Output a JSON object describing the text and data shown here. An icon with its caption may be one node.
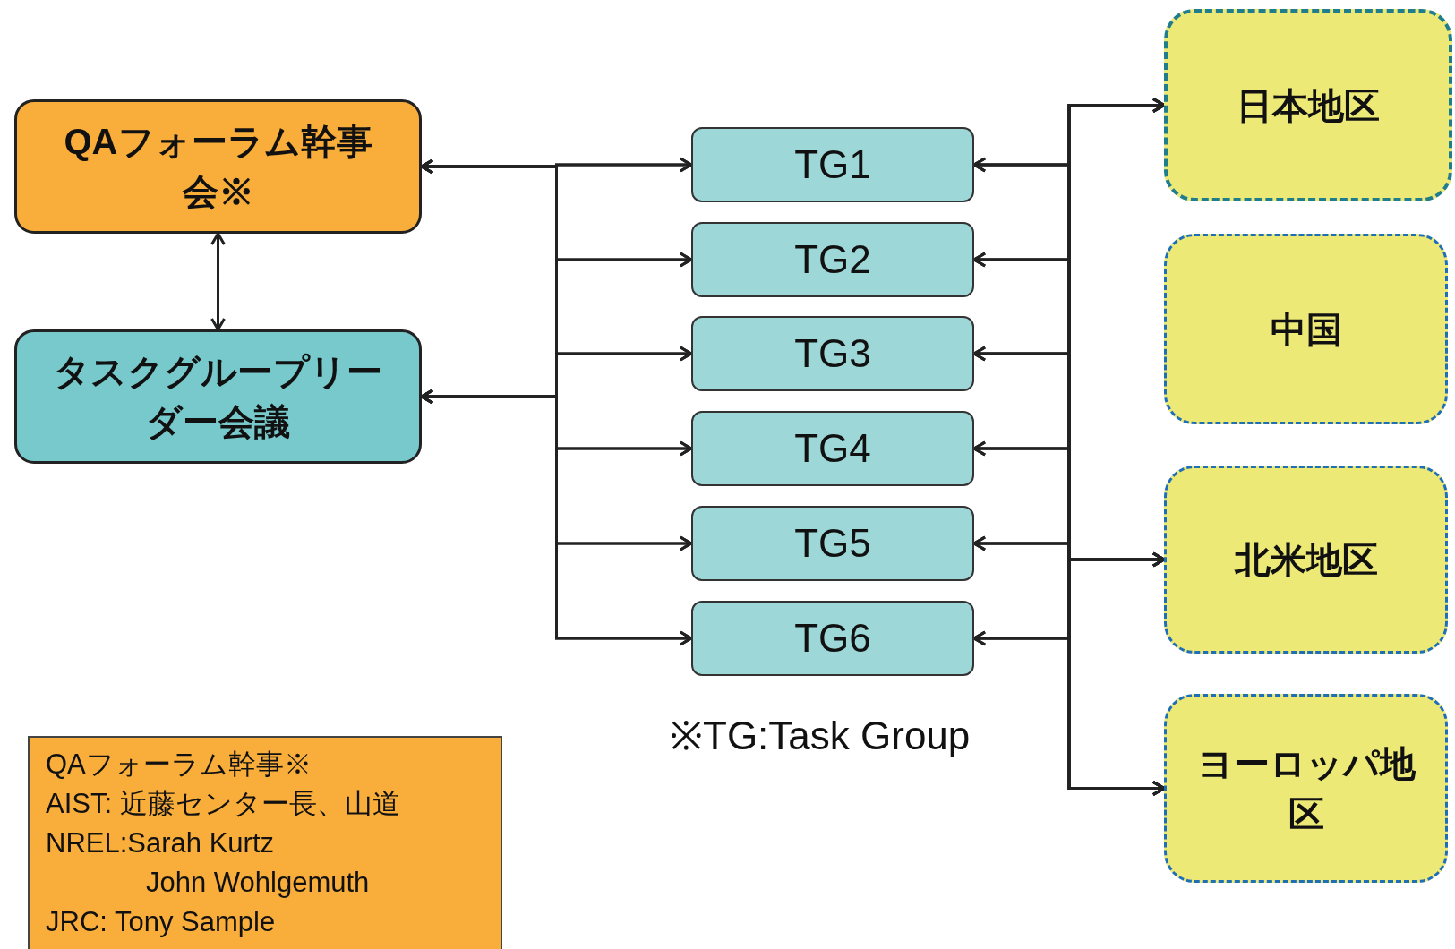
{
  "diagram": {
    "nodes": [
      {
        "text": [
          "QAフォーラム幹事会※"
        ]
      },
      {
        "text": [
          "タスクグループリーダー会議"
        ]
      },
      {
        "text": [
          "TG1"
        ]
      },
      {
        "text": [
          "TG2"
        ]
      },
      {
        "text": [
          "TG3"
        ]
      },
      {
        "text": [
          "TG4"
        ]
      },
      {
        "text": [
          "TG5"
        ]
      },
      {
        "text": [
          "TG6"
        ]
      },
      {
        "text": [
          "日本地区"
        ]
      },
      {
        "text": [
          "中国"
        ]
      },
      {
        "text": [
          "北米地区"
        ]
      },
      {
        "text": [
          "ヨーロッパ地区"
        ]
      },
      {
        "text": [
          "QAフォーラム幹事※",
          "AIST: 近藤センター長、山道",
          "NREL:Sarah Kurtz",
          "John Wohlgemuth",
          "JRC: Tony Sample"
        ]
      }
    ],
    "edges": [
      {
        "from": 0,
        "to": 1,
        "arrow": "both"
      },
      {
        "from": 0,
        "to": 2,
        "arrow": "both"
      },
      {
        "from": 0,
        "to": 3,
        "arrow": "both"
      },
      {
        "from": 0,
        "to": 4,
        "arrow": "both"
      },
      {
        "from": 0,
        "to": 5,
        "arrow": "both"
      },
      {
        "from": 0,
        "to": 6,
        "arrow": "both"
      },
      {
        "from": 0,
        "to": 7,
        "arrow": "both"
      },
      {
        "from": 1,
        "to": 2,
        "arrow": "both"
      },
      {
        "from": 1,
        "to": 3,
        "arrow": "both"
      },
      {
        "from": 1,
        "to": 4,
        "arrow": "both"
      },
      {
        "from": 1,
        "to": 5,
        "arrow": "both"
      },
      {
        "from": 1,
        "to": 6,
        "arrow": "both"
      },
      {
        "from": 1,
        "to": 7,
        "arrow": "both"
      },
      {
        "from": 2,
        "to": 8,
        "arrow": "both"
      },
      {
        "from": 2,
        "to": 10,
        "arrow": "both"
      },
      {
        "from": 2,
        "to": 11,
        "arrow": "both"
      },
      {
        "from": 3,
        "to": 8,
        "arrow": "both"
      },
      {
        "from": 3,
        "to": 10,
        "arrow": "both"
      },
      {
        "from": 3,
        "to": 11,
        "arrow": "both"
      },
      {
        "from": 4,
        "to": 8,
        "arrow": "both"
      },
      {
        "from": 4,
        "to": 10,
        "arrow": "both"
      },
      {
        "from": 4,
        "to": 11,
        "arrow": "both"
      },
      {
        "from": 5,
        "to": 8,
        "arrow": "both"
      },
      {
        "from": 5,
        "to": 10,
        "arrow": "both"
      },
      {
        "from": 5,
        "to": 11,
        "arrow": "both"
      },
      {
        "from": 6,
        "to": 8,
        "arrow": "both"
      },
      {
        "from": 6,
        "to": 10,
        "arrow": "both"
      },
      {
        "from": 6,
        "to": 11,
        "arrow": "both"
      },
      {
        "from": 7,
        "to": 8,
        "arrow": "both"
      },
      {
        "from": 7,
        "to": 10,
        "arrow": "both"
      },
      {
        "from": 7,
        "to": 11,
        "arrow": "both"
      }
    ],
    "labels": [
      "※TG:Task Group"
    ]
  }
}
